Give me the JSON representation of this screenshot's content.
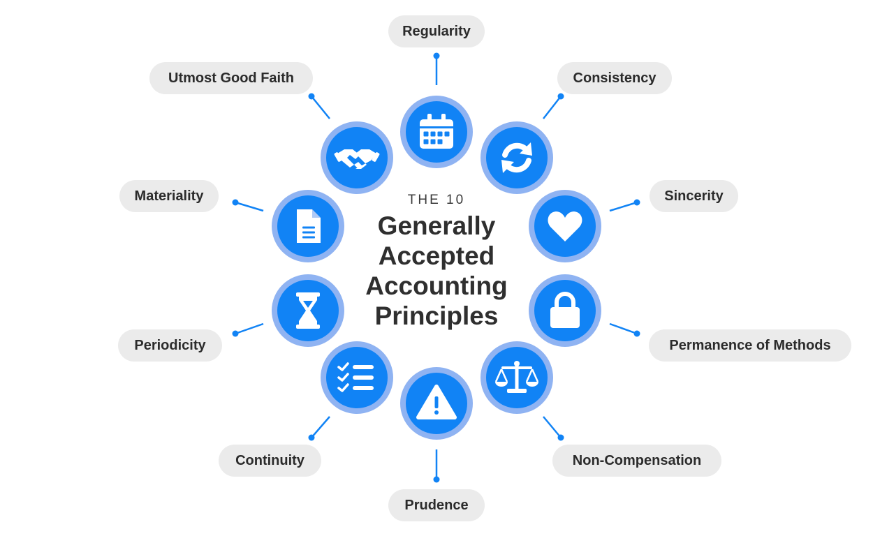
{
  "title": {
    "pre": "THE 10",
    "lines": [
      "Generally",
      "Accepted",
      "Accounting",
      "Principles"
    ]
  },
  "colors": {
    "accent": "#1183f5",
    "ring": "#8fb3f2",
    "line": "#1183f5",
    "pill_bg": "#ebebeb",
    "text": "#2b2b2b"
  },
  "principles": [
    {
      "id": "regularity",
      "label": "Regularity",
      "icon": "calendar-icon"
    },
    {
      "id": "consistency",
      "label": "Consistency",
      "icon": "refresh-icon"
    },
    {
      "id": "sincerity",
      "label": "Sincerity",
      "icon": "heart-icon"
    },
    {
      "id": "permanence",
      "label": "Permanence of Methods",
      "icon": "lock-icon"
    },
    {
      "id": "non-compensation",
      "label": "Non-Compensation",
      "icon": "scale-icon"
    },
    {
      "id": "prudence",
      "label": "Prudence",
      "icon": "warning-icon"
    },
    {
      "id": "continuity",
      "label": "Continuity",
      "icon": "checklist-icon"
    },
    {
      "id": "periodicity",
      "label": "Periodicity",
      "icon": "hourglass-icon"
    },
    {
      "id": "materiality",
      "label": "Materiality",
      "icon": "document-icon"
    },
    {
      "id": "good-faith",
      "label": "Utmost Good Faith",
      "icon": "handshake-icon"
    }
  ]
}
